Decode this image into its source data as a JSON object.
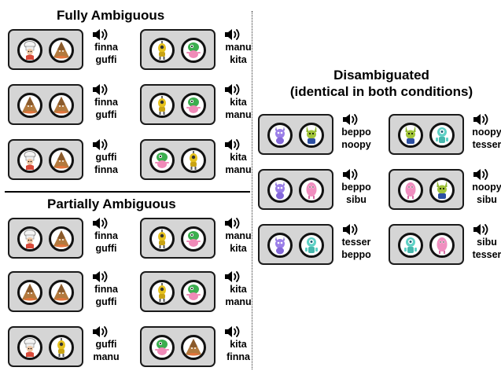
{
  "sections": {
    "fully_ambiguous": {
      "title": "Fully Ambiguous"
    },
    "partially_ambiguous": {
      "title": "Partially Ambiguous"
    },
    "disambiguated": {
      "title_line1": "Disambiguated",
      "title_line2": "(identical in both conditions)"
    }
  },
  "trials": [
    {
      "section": "fully",
      "objects": [
        "chef",
        "mound"
      ],
      "words": [
        "finna",
        "guffi"
      ]
    },
    {
      "section": "fully",
      "objects": [
        "yellow",
        "greenpink"
      ],
      "words": [
        "manu",
        "kita"
      ]
    },
    {
      "section": "fully",
      "objects": [
        "mound",
        "mound"
      ],
      "words": [
        "finna",
        "guffi"
      ]
    },
    {
      "section": "fully",
      "objects": [
        "yellow",
        "greenpink"
      ],
      "words": [
        "kita",
        "manu"
      ]
    },
    {
      "section": "fully",
      "objects": [
        "chef",
        "mound"
      ],
      "words": [
        "guffi",
        "finna"
      ]
    },
    {
      "section": "fully",
      "objects": [
        "greenpink",
        "yellow"
      ],
      "words": [
        "kita",
        "manu"
      ]
    },
    {
      "section": "partial",
      "objects": [
        "chef",
        "mound"
      ],
      "words": [
        "finna",
        "guffi"
      ]
    },
    {
      "section": "partial",
      "objects": [
        "yellow",
        "greenpink"
      ],
      "words": [
        "manu",
        "kita"
      ]
    },
    {
      "section": "partial",
      "objects": [
        "mound",
        "mound"
      ],
      "words": [
        "finna",
        "guffi"
      ]
    },
    {
      "section": "partial",
      "objects": [
        "yellow",
        "greenpink"
      ],
      "words": [
        "kita",
        "manu"
      ]
    },
    {
      "section": "partial",
      "objects": [
        "chef",
        "yellow"
      ],
      "words": [
        "guffi",
        "manu"
      ]
    },
    {
      "section": "partial",
      "objects": [
        "greenpink",
        "mound"
      ],
      "words": [
        "kita",
        "finna"
      ]
    },
    {
      "section": "disambiguated",
      "objects": [
        "purple",
        "bunny"
      ],
      "words": [
        "beppo",
        "noopy"
      ]
    },
    {
      "section": "disambiguated",
      "objects": [
        "bunny",
        "teal"
      ],
      "words": [
        "noopy",
        "tesser"
      ]
    },
    {
      "section": "disambiguated",
      "objects": [
        "purple",
        "pink"
      ],
      "words": [
        "beppo",
        "sibu"
      ]
    },
    {
      "section": "disambiguated",
      "objects": [
        "pink",
        "bunny"
      ],
      "words": [
        "noopy",
        "sibu"
      ]
    },
    {
      "section": "disambiguated",
      "objects": [
        "purple",
        "teal"
      ],
      "words": [
        "tesser",
        "beppo"
      ]
    },
    {
      "section": "disambiguated",
      "objects": [
        "teal",
        "pink"
      ],
      "words": [
        "sibu",
        "tesser"
      ]
    }
  ],
  "icons": {
    "speaker": "speaker-icon"
  },
  "colors": {
    "card_bg": "#d5d5d5",
    "card_border": "#1a1a1a",
    "divider": "#000000"
  }
}
